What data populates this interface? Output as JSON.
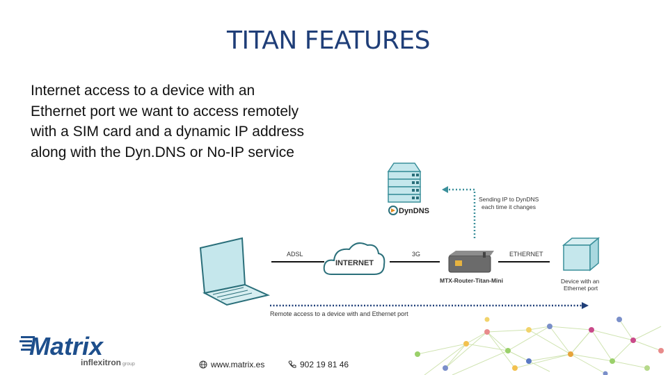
{
  "slide": {
    "title": "TITAN FEATURES",
    "body": "Internet access to a device with an Ethernet port we want to access remotely with a SIM card and a dynamic IP address along with the Dyn.DNS or No-IP service"
  },
  "diagram": {
    "dyndns_label": "DynDNS",
    "sending_line1": "Sending IP to DynDNS",
    "sending_line2": "each time it changes",
    "adsl": "ADSL",
    "internet": "INTERNET",
    "link_3g": "3G",
    "ethernet": "ETHERNET",
    "router_label": "MTX-Router-Titan-Mini",
    "device_line1": "Device with an",
    "device_line2": "Ethernet port",
    "remote_access": "Remote access to a device with and Ethernet port"
  },
  "footer": {
    "logo_main": "Matrix",
    "logo_sub": "inflexitron",
    "logo_group": "group",
    "website": "www.matrix.es",
    "phone": "902 19 81 46"
  },
  "colors": {
    "title": "#1f3e78",
    "teal": "#3a8f9a",
    "teal_light": "#c5e7ec",
    "logo_blue": "#1e4f8c"
  }
}
